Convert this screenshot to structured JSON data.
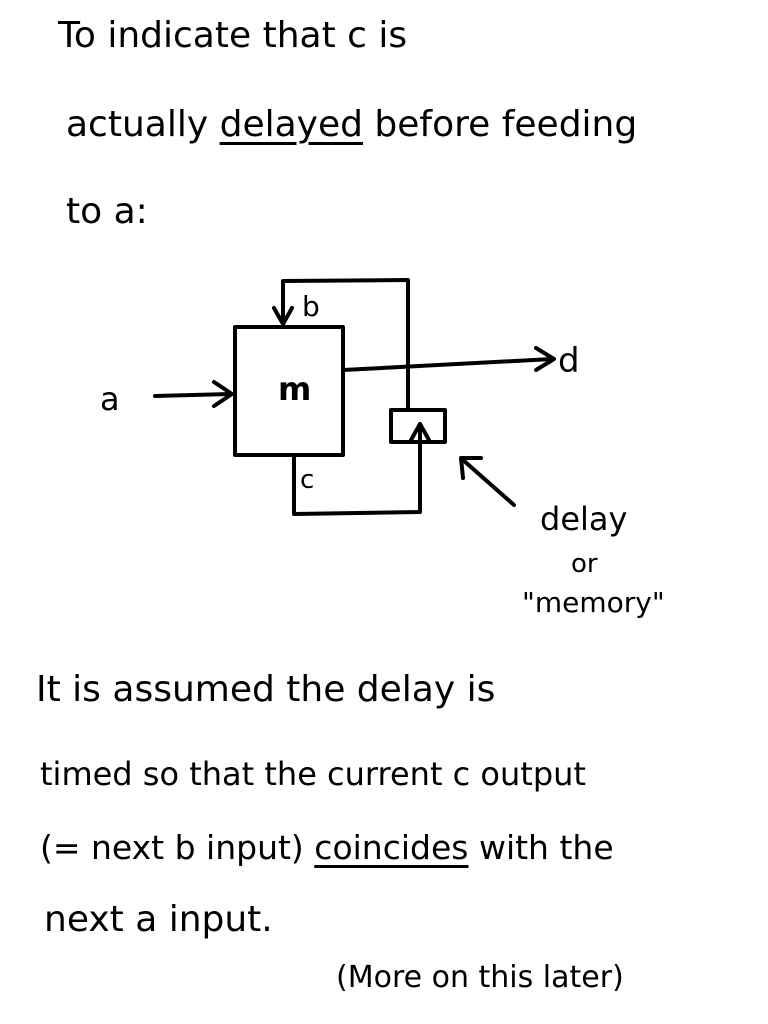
{
  "intro": {
    "line1": "To indicate that c is",
    "line2_pre": "actually ",
    "line2_emph": "delayed",
    "line2_post": " before feeding",
    "line3": "to a:"
  },
  "diagram": {
    "block_label": "m",
    "input_label": "a",
    "output_label": "d",
    "feedback_in_label": "b",
    "feedback_out_label": "c",
    "delay_note": {
      "line1": "delay",
      "line2": "or",
      "line3": "\"memory\""
    }
  },
  "explanation": {
    "line1": "It is assumed the delay is",
    "line2": "timed so that the current c output",
    "line3_pre": "(= next b input) ",
    "line3_emph": "coincides",
    "line3_post": " with the",
    "line4": "next a input.",
    "note": "(More on this later)"
  },
  "colors": {
    "ink": "#000000",
    "paper": "#ffffff"
  }
}
